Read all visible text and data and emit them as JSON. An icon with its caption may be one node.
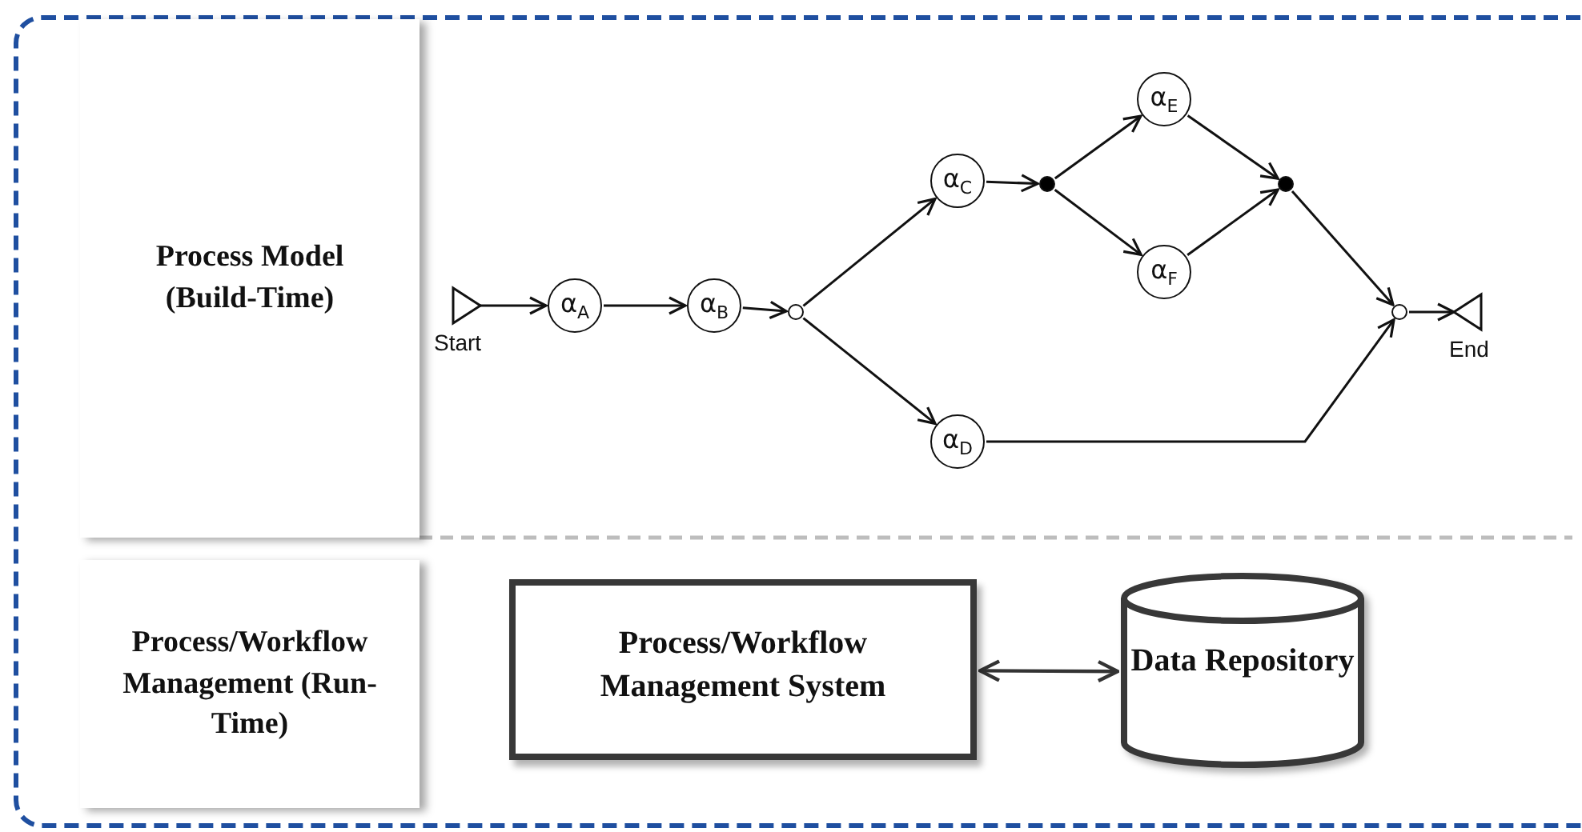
{
  "diagram": {
    "nodes": [
      {
        "text": [
          "Process Model (Build-Time)"
        ]
      },
      {
        "text": [
          "Process/Workflow Management (Run-Time)"
        ]
      },
      {
        "text": [
          "Start"
        ]
      },
      {
        "text": [
          "α$_{A}$"
        ]
      },
      {
        "text": [
          "α$_{B}$"
        ]
      },
      {
        "text": [],
        "shape": "circle"
      },
      {
        "text": [
          "α$_{C}$"
        ]
      },
      {
        "text": [
          "α$_{D}$"
        ]
      },
      {
        "text": [],
        "shape": "dot"
      },
      {
        "text": [
          "α$_{E}$"
        ]
      },
      {
        "text": [
          "α$_{F}$"
        ]
      },
      {
        "text": [],
        "shape": "dot"
      },
      {
        "text": [],
        "shape": "circle"
      },
      {
        "text": [
          "End"
        ]
      },
      {
        "text": [
          "Process/Workflow Management System"
        ]
      },
      {
        "text": [
          "Data Repository"
        ]
      }
    ],
    "edges": [
      {
        "from": 2,
        "to": 3,
        "arrow": "to"
      },
      {
        "from": 3,
        "to": 4,
        "arrow": "to"
      },
      {
        "from": 4,
        "to": 5,
        "arrow": "to"
      },
      {
        "from": 5,
        "to": 6,
        "arrow": "to"
      },
      {
        "from": 5,
        "to": 7,
        "arrow": "to"
      },
      {
        "from": 6,
        "to": 8,
        "arrow": "to"
      },
      {
        "from": 8,
        "to": 9,
        "arrow": "to"
      },
      {
        "from": 8,
        "to": 10,
        "arrow": "to"
      },
      {
        "from": 9,
        "to": 11,
        "arrow": "to"
      },
      {
        "from": 10,
        "to": 11,
        "arrow": "to"
      },
      {
        "from": 11,
        "to": 12,
        "arrow": "to"
      },
      {
        "from": 7,
        "to": 12,
        "arrow": "to"
      },
      {
        "from": 12,
        "to": 13,
        "arrow": "to"
      },
      {
        "from": 14,
        "to": 15,
        "arrow": "both"
      }
    ]
  }
}
